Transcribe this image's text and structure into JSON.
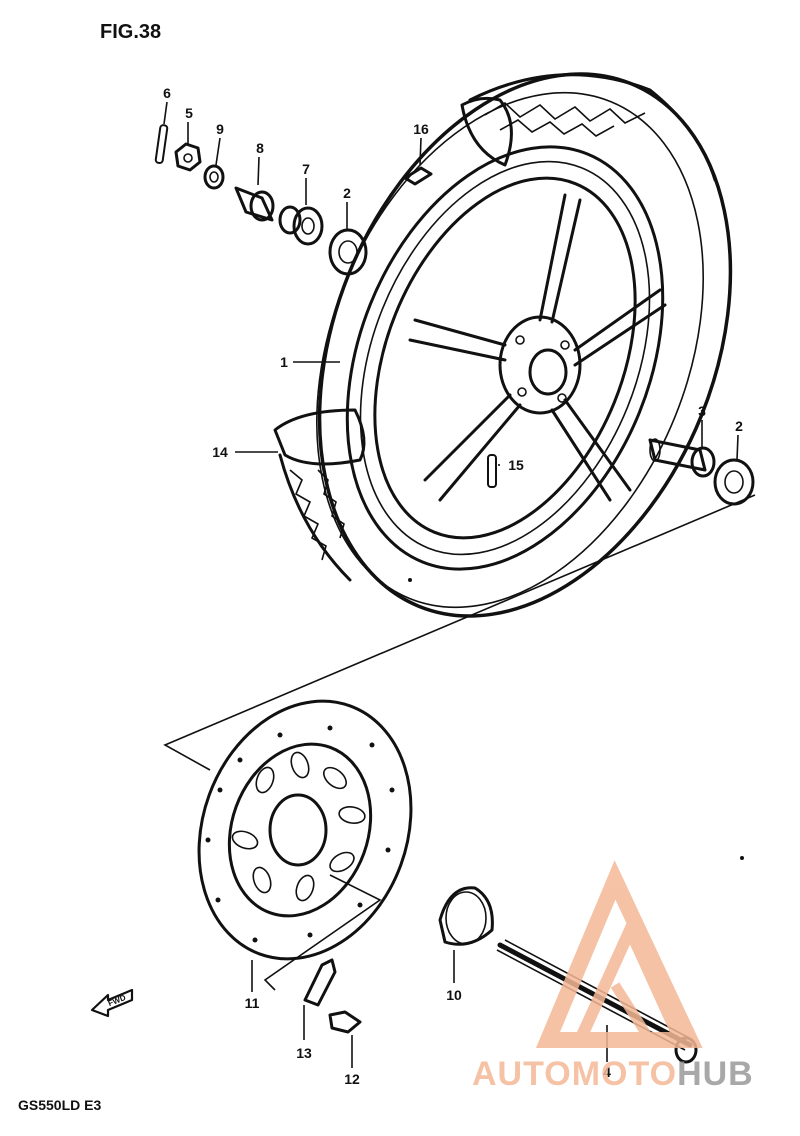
{
  "figure": {
    "title": "FIG.38",
    "model": "GS550LD E3"
  },
  "callouts": [
    {
      "id": "c6",
      "text": "6"
    },
    {
      "id": "c5",
      "text": "5"
    },
    {
      "id": "c9",
      "text": "9"
    },
    {
      "id": "c8",
      "text": "8"
    },
    {
      "id": "c7",
      "text": "7"
    },
    {
      "id": "c2a",
      "text": "2"
    },
    {
      "id": "c16",
      "text": "16"
    },
    {
      "id": "c1",
      "text": "1"
    },
    {
      "id": "c14",
      "text": "14"
    },
    {
      "id": "c15",
      "text": "15"
    },
    {
      "id": "c3",
      "text": "3"
    },
    {
      "id": "c2b",
      "text": "2"
    },
    {
      "id": "c11",
      "text": "11"
    },
    {
      "id": "c10",
      "text": "10"
    },
    {
      "id": "c13",
      "text": "13"
    },
    {
      "id": "c12",
      "text": "12"
    },
    {
      "id": "c4",
      "text": "4"
    }
  ],
  "direction_arrow": {
    "text": "FWD",
    "icon": "forward-arrow-icon"
  },
  "watermark": {
    "part1": "AUTOMOTO",
    "part2": "HUB",
    "colors": {
      "primary": "#f4b896",
      "secondary": "#9a9a9a"
    }
  }
}
